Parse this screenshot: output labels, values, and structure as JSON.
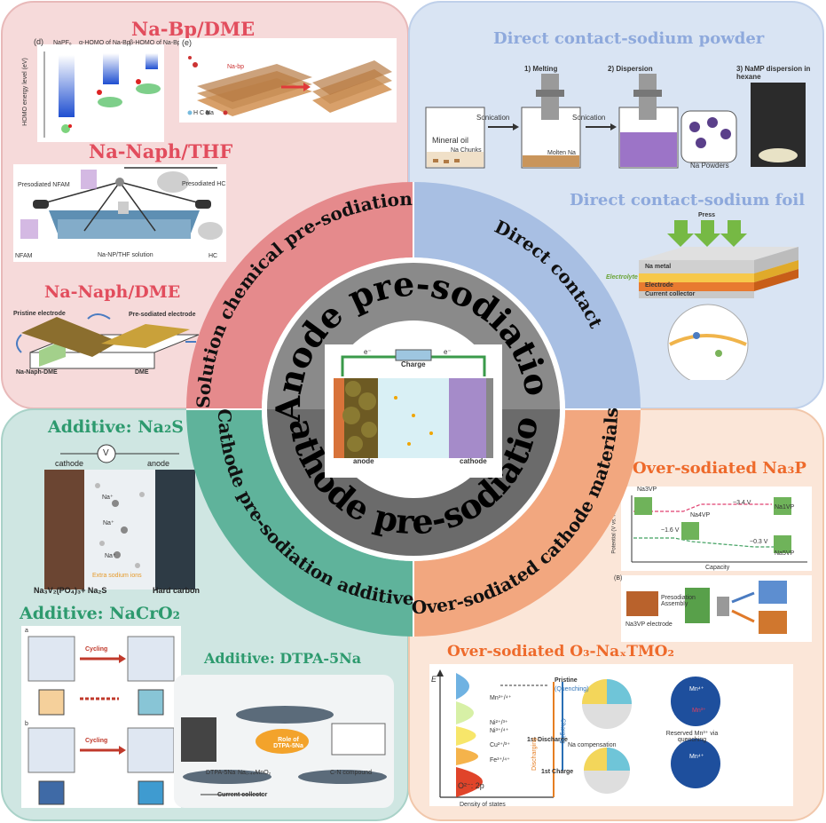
{
  "center": {
    "top_title": "Anode pre-sodiation",
    "bottom_title": "Cathode pre-sodiation",
    "charge_label": "Charge",
    "anode_label": "anode",
    "cathode_label": "cathode",
    "electron_left": "e⁻",
    "electron_right": "e⁻"
  },
  "ring": {
    "top_left": "Solution chemical pre-sodiation",
    "top_right": "Direct contact",
    "bottom_left": "Cathode pre-sodiation additive",
    "bottom_right": "Over-sodiated cathode materials"
  },
  "top_left": {
    "title1": "Na-Bp/DME",
    "panel_d": "(d)",
    "panel_e": "(e)",
    "homo_col1": "NaPF₆",
    "homo_col2": "α-HOMO of Na-Bp",
    "homo_col3": "β-HOMO of Na-Bp",
    "homo_ylabel": "HOMO energy level (eV)",
    "nabp_label": "Na-bp",
    "legend_e": "H  C  Na",
    "title2": "Na-Naph/THF",
    "prelabel1": "Presodiated NFAM",
    "prelabel2": "Presodiated HC",
    "nfam": "NFAM",
    "hc": "HC",
    "solution": "Na-NP/THF solution",
    "title3": "Na-Naph/DME",
    "pristine": "Pristine electrode",
    "presodiated": "Pre-sodiated electrode",
    "naph_dme": "Na-Naph-DME",
    "dme": "DME"
  },
  "top_right": {
    "title1": "Direct contact-sodium powder",
    "step1": "1) Melting",
    "step2": "2) Dispersion",
    "step3": "3) NaMP dispersion in hexane",
    "sonication1": "Sonication",
    "sonication2": "Sonication",
    "mineral_oil": "Mineral oil",
    "na_chunks": "Na Chunks",
    "molten_na": "Molten Na",
    "na_powders": "Na Powders",
    "title2": "Direct contact-sodium foil",
    "press": "Press",
    "na_metal": "Na metal",
    "electrolyte": "Electrolyte",
    "electrode": "Electrode",
    "current_collector": "Current collector"
  },
  "bottom_left": {
    "title1": "Additive: Na₂S",
    "v_label": "V",
    "cathode": "cathode",
    "anode": "anode",
    "na1": "Na⁺",
    "na2": "Na⁺",
    "na3": "Na⁺",
    "extra": "Extra sodium ions",
    "left_material": "Na₃V₂(PO₄)₃+ Na₂S",
    "right_material": "Hard carbon",
    "title2": "Additive: NaCrO₂",
    "cycling1": "Cycling",
    "cycling2": "Cycling",
    "panel_a": "a",
    "panel_b": "b",
    "title3": "Additive: DTPA-5Na",
    "role": "Role of DTPA-5Na",
    "dtpa_label": "DTPA-5Na",
    "namno": "Na₀.₄₄MnO₂",
    "cn": "C-N compound",
    "cc": "Current collector"
  },
  "bottom_right": {
    "title1": "Over-sodiated  Na₃P",
    "na3vp": "Na3VP",
    "na4vp": "Na4VP",
    "na5vp": "Na5VP",
    "na1vp": "Na1VP",
    "v1": "~3.4 V",
    "v2": "~1.6 V",
    "v3": "~0.3 V",
    "capacity": "Capacity",
    "potential": "Potential (V vs. Na/Na⁺)",
    "panel_b": "(B)",
    "presodiation": "Presodiation Assembly",
    "na3vp_electrode": "Na3VP electrode",
    "title2": "Over-sodiated  O₃-NaₓTMO₂",
    "e_axis": "E",
    "dos": "Density of states",
    "pristine": "Pristine",
    "quenching": "(Quenching)",
    "discharge1": "1st Discharge",
    "charge1": "1st Charge",
    "discharging": "Discharging",
    "charging": "Charging",
    "mn34": "Mn³⁺/⁴⁺",
    "ni": "Ni²⁺/³⁺",
    "ni2": "Ni³⁺/⁴⁺",
    "cu": "Cu²⁺/³⁺",
    "fe": "Fe³⁺/⁴⁺",
    "o2p": "O²⁻: 2p",
    "reserved": "Reserved Mn³⁺ via quenching",
    "mn4": "Mn⁴⁺",
    "mn3": "Mn³⁺",
    "mn4b": "Mn⁴⁺",
    "na_comp": "Na compensation"
  },
  "colors": {
    "tl_bg": "#f6dada",
    "tr_bg": "#d9e4f3",
    "bl_bg": "#cfe6e2",
    "br_bg": "#fbe6d8",
    "pink_ring": "#e58a8c",
    "blue_ring": "#a8bfe3",
    "green_ring": "#5fb39b",
    "orange_ring": "#f2a77f",
    "title_pink": "#e24d5d",
    "title_blue": "#8ea9dc",
    "title_green": "#2d9a6e",
    "title_orange": "#ee6a2b"
  }
}
